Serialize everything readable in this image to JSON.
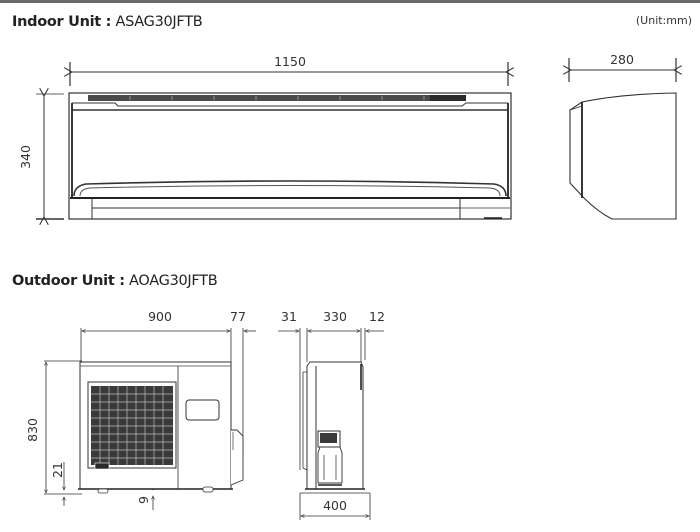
{
  "unit_note": "(Unit:mm)",
  "indoor": {
    "label": "Indoor Unit :",
    "model": "ASAG30JFTB",
    "dimensions": {
      "width": "1150",
      "height": "340",
      "depth": "280"
    }
  },
  "outdoor": {
    "label": "Outdoor Unit :",
    "model": "AOAG30JFTB",
    "dimensions": {
      "width": "900",
      "valve_protrusion": "77",
      "height": "830",
      "foot_height": "21",
      "foot_gap": "9",
      "side_left_offset": "31",
      "side_depth": "330",
      "side_right_offset": "12",
      "foot_depth": "400"
    }
  },
  "colors": {
    "line": "#333333",
    "grille": "#3a3a3a",
    "topbar": "#6a6a6a"
  }
}
